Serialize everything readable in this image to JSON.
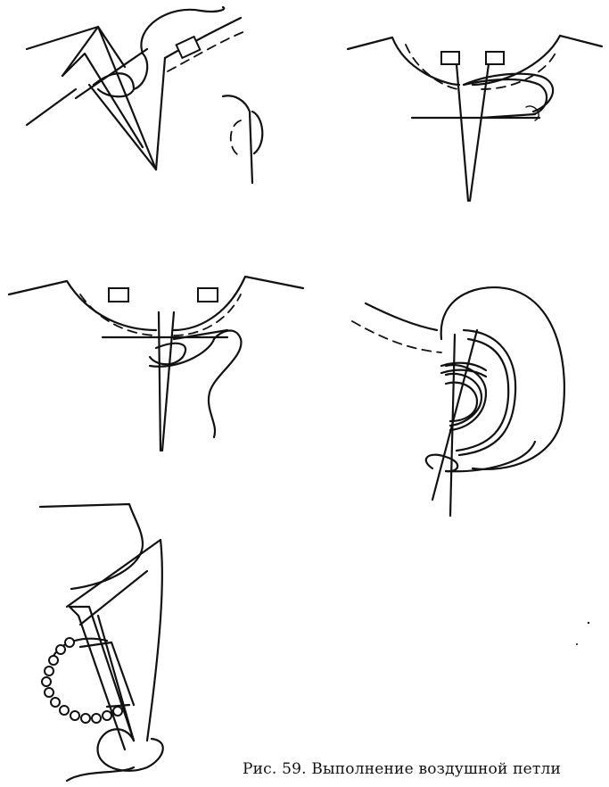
{
  "figure": {
    "caption": "Рис. 59. Выполнение воздушной петли"
  },
  "colors": {
    "ink": "#111111",
    "paper": "#ffffff"
  },
  "panels": [
    {
      "name": "step-1"
    },
    {
      "name": "step-2"
    },
    {
      "name": "step-3"
    },
    {
      "name": "step-4"
    },
    {
      "name": "step-5"
    }
  ]
}
